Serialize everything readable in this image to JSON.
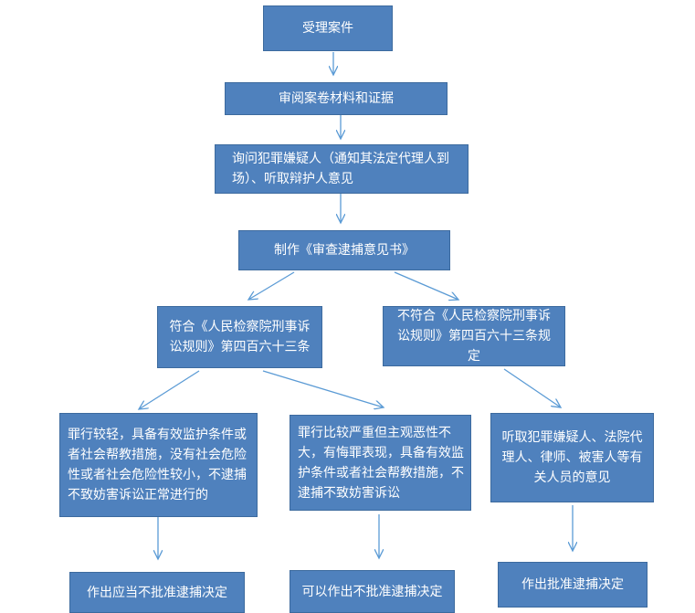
{
  "nodes": {
    "accept_case": "受理案件",
    "review_materials": "审阅案卷材料和证据",
    "interrogate": "询问犯罪嫌疑人（通知其法定代理人到场）、听取辩护人意见",
    "make_opinion": "制作《审查逮捕意见书》",
    "conforms": "符合《人民检察院刑事诉讼规则》第四百六十三条",
    "not_conforms": "不符合《人民检察院刑事诉讼规则》第四百六十三条规定",
    "minor_crime": "罪行较轻，具备有效监护条件或者社会帮教措施，没有社会危险性或者社会危险性较小，不逮捕不致妨害诉讼正常进行的",
    "serious_crime": "罪行比较严重但主观恶性不大，有悔罪表现，具备有效监护条件或者社会帮教措施，不逮捕不致妨害诉讼",
    "hear_opinions": "听取犯罪嫌疑人、法院代理人、律师、被害人等有关人员的意见",
    "should_not_approve": "作出应当不批准逮捕决定",
    "may_not_approve": "可以作出不批准逮捕决定",
    "approve": "作出批准逮捕决定"
  },
  "colors": {
    "node_fill": "#4f81bd",
    "node_border": "#3c6a9e",
    "node_text": "#ffffff",
    "arrow": "#5b9bd5"
  }
}
